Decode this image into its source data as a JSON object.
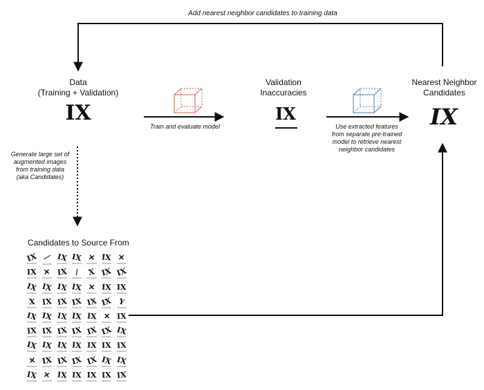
{
  "top_arrow_label": "Add nearest neighbor candidates to training data",
  "nodes": {
    "data": {
      "title_line1": "Data",
      "title_line2": "(Training + Validation)",
      "glyph": "IX"
    },
    "validation": {
      "title_line1": "Validation",
      "title_line2": "Inaccuracies",
      "glyph": "IX"
    },
    "nearest": {
      "title_line1": "Nearest Neighbor",
      "title_line2": "Candidates",
      "glyph": "IX"
    },
    "candidates": {
      "title": "Candidates to Source From"
    }
  },
  "arrows": {
    "train": "Train and evaluate model",
    "features": [
      "Use extracted features",
      "from separate pre-trained",
      "model to retrieve nearest",
      "neighbor candidates"
    ],
    "augment": [
      "Generate large set of",
      "augmented images",
      "from training data",
      "(aka Candidates)"
    ]
  },
  "colors": {
    "model_cube_1": "#e0787a",
    "model_cube_2": "#6d8fb8",
    "arrow": "#111111"
  },
  "icons": [
    "model-cube-icon",
    "feature-model-cube-icon"
  ],
  "grid_glyphs": [
    "IX",
    "⟋",
    "IX",
    "IX",
    "✕",
    "IX",
    "✕",
    "IX",
    "✕",
    "IX",
    "/",
    "X",
    "IX",
    "IX",
    "IX",
    "IX",
    "IX",
    "IX",
    "✕",
    "IX",
    "IX",
    "X",
    "IX",
    "IX",
    "IX",
    "IX",
    "IX",
    "Y",
    "IX",
    "IX",
    "IX",
    "IX",
    "IX",
    "✕",
    "IX",
    "IX",
    "IX",
    "IX",
    "IX",
    "IX",
    "IX",
    "IX",
    "IX",
    "IX",
    "IX",
    "IX",
    "IX",
    "IX",
    "IX",
    "✕",
    "IX",
    "IX",
    "IX",
    "IX",
    "IX",
    "IX",
    "IX",
    "✕",
    "IX",
    "IX",
    "IX",
    "IX",
    "IX"
  ]
}
